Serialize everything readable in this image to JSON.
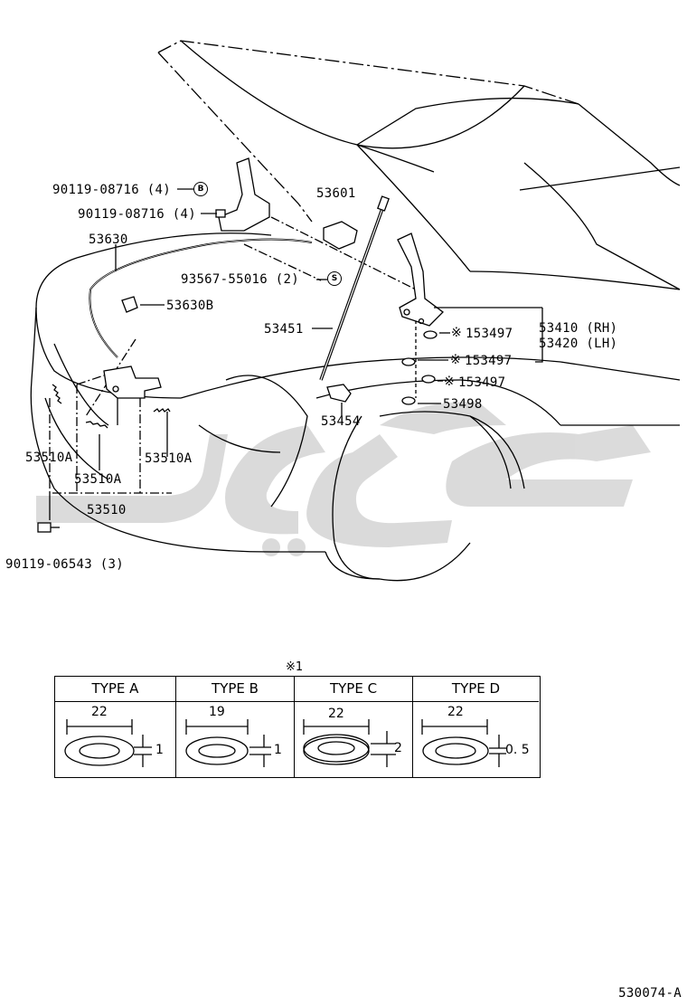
{
  "labels": {
    "p90119_08716_b": "90119-08716 (4)",
    "p90119_08716": "90119-08716 (4)",
    "p53601": "53601",
    "p53630": "53630",
    "p93567_55016": "93567-55016 (2)",
    "p53630B": "53630B",
    "p53451": "53451",
    "p53497_1": "153497",
    "p53497_2": "153497",
    "p53497_3": "153497",
    "p53410": "53410 (RH)",
    "p53420": "53420 (LH)",
    "p53498": "53498",
    "p53454": "53454",
    "p53510A_1": "53510A",
    "p53510A_2": "53510A",
    "p53510A_3": "53510A",
    "p53510": "53510",
    "p90119_06543": "90119-06543 (3)"
  },
  "markers": {
    "b": "B",
    "s": "S",
    "ref": "※"
  },
  "table": {
    "note": "※1",
    "types": [
      {
        "name": "TYPE A",
        "width": "22",
        "thickness": "1"
      },
      {
        "name": "TYPE B",
        "width": "19",
        "thickness": "1"
      },
      {
        "name": "TYPE C",
        "width": "22",
        "thickness": "2"
      },
      {
        "name": "TYPE  D",
        "width": "22",
        "thickness": "0. 5"
      }
    ]
  },
  "diagram_code": "530074-A",
  "watermark_color": "#d9d9d9"
}
